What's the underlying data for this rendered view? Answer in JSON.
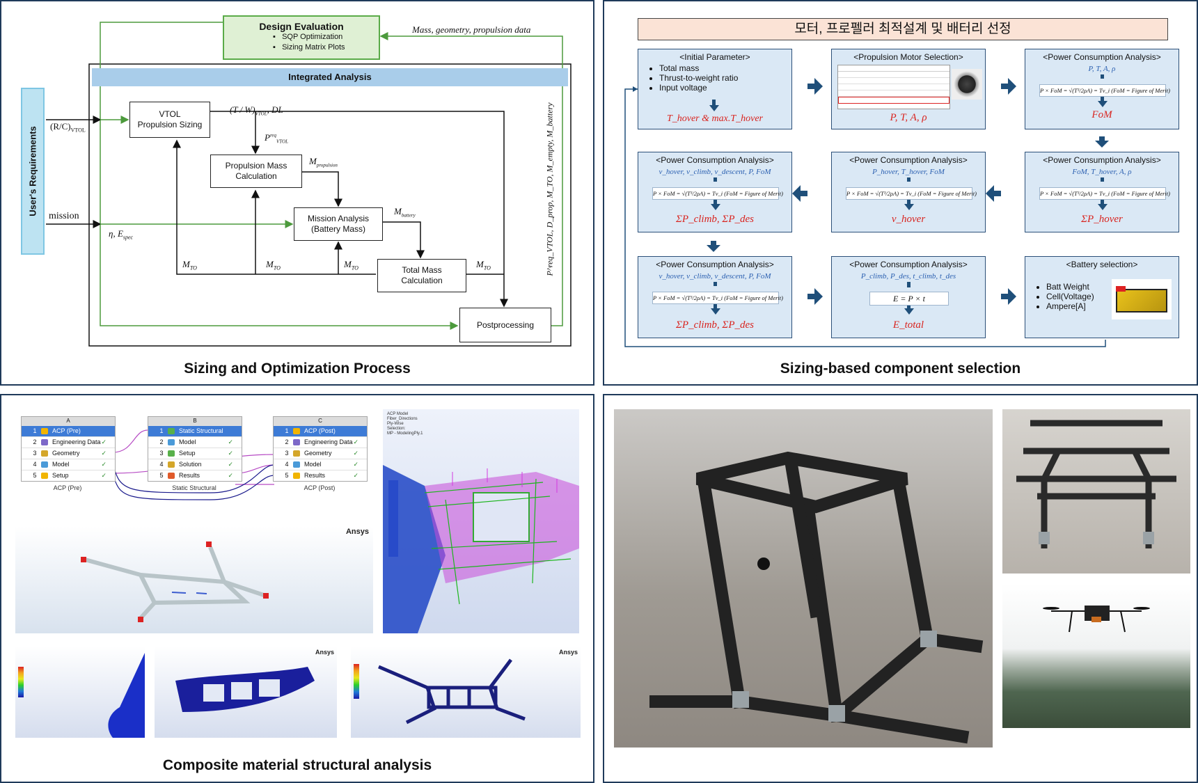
{
  "panel1": {
    "caption": "Sizing and Optimization Process",
    "design_eval": {
      "title": "Design Evaluation",
      "items": [
        "SQP Optimization",
        "Sizing Matrix Plots"
      ]
    },
    "feedback_label": "Mass, geometry, propulsion data",
    "integrated_title": "Integrated Analysis",
    "user_req": "User's Requirements",
    "rc_label": "(R/C)",
    "rc_sub": "VTOL",
    "mission_label": "mission",
    "eta_label": "η, E",
    "eta_sub": "spec",
    "vtol_box": [
      "VTOL",
      "Propulsion Sizing"
    ],
    "tw_label": "(T / W)",
    "tw_sub": "VTOL",
    "dl_label": ", DL",
    "preq_label": "P",
    "preq_sup": "req",
    "preq_sub": "VTOL",
    "prop_mass_box": [
      "Propulsion Mass",
      "Calculation"
    ],
    "mprop_label": "M",
    "mprop_sub": "propulsion",
    "mission_box": [
      "Mission Analysis",
      "(Battery Mass)"
    ],
    "mbat_label": "M",
    "mbat_sub": "battery",
    "total_box": [
      "Total Mass",
      "Calculation"
    ],
    "mto_label": "M",
    "mto_sub": "TO",
    "post_box": "Postprocessing",
    "vertical_label": "P^req_VTOL, D_prop, M_TO, M_empty, M_battery"
  },
  "panel2": {
    "caption": "Sizing-based component selection",
    "header": "모터, 프로펠러 최적설계 및 배터리 선정",
    "initial": {
      "title": "<Initial Parameter>",
      "items": [
        "Total mass",
        "Thrust-to-weight ratio",
        "Input voltage"
      ],
      "result": "T_hover & max.T_hover"
    },
    "motor": {
      "title": "<Propulsion Motor Selection>",
      "result": "P, T, A, ρ"
    },
    "pca1": {
      "title": "<Power Consumption Analysis>",
      "top": "P, T, A, ρ",
      "formula": "P × FoM = √(T³/2ρA) = Tv_i (FoM = Figure of Merit)",
      "result": "FoM"
    },
    "pca2": {
      "title": "<Power Consumption Analysis>",
      "top": "FoM, T_hover, A, ρ",
      "formula": "P × FoM = √(T³/2ρA) = Tv_i (FoM = Figure of Merit)",
      "result": "ΣP_hover"
    },
    "pca3": {
      "title": "<Power Consumption Analysis>",
      "top": "P_hover, T_hover, FoM",
      "formula": "P × FoM = √(T³/2ρA) = Tv_i (FoM = Figure of Merit)",
      "result": "v_hover"
    },
    "pca4": {
      "title": "<Power Consumption Analysis>",
      "top": "v_hover, v_climb, v_descent, P, FoM",
      "formula": "P × FoM = √(T³/2ρA) = Tv_i (FoM = Figure of Merit)",
      "result": "ΣP_climb, ΣP_des"
    },
    "pca5": {
      "title": "<Power Consumption Analysis>",
      "top": "v_hover, v_climb, v_descent, P, FoM",
      "formula": "P × FoM = √(T³/2ρA) = Tv_i (FoM = Figure of Merit)",
      "result": "ΣP_climb, ΣP_des"
    },
    "pca6": {
      "title": "<Power Consumption Analysis>",
      "top": "P_climb, P_des, t_climb, t_des",
      "formula": "E = P × t",
      "result": "E_total"
    },
    "battery": {
      "title": "<Battery selection>",
      "items": [
        "Batt Weight",
        "Cell(Voltage)",
        "Ampere[A]"
      ]
    }
  },
  "panel3": {
    "caption": "Composite material structural analysis",
    "systems": [
      {
        "letter": "A",
        "caption": "ACP (Pre)",
        "rows": [
          "ACP (Pre)",
          "Engineering Data",
          "Geometry",
          "Model",
          "Setup"
        ]
      },
      {
        "letter": "B",
        "caption": "Static Structural",
        "rows": [
          "Static Structural",
          "Model",
          "Setup",
          "Solution",
          "Results"
        ]
      },
      {
        "letter": "C",
        "caption": "ACP (Post)",
        "rows": [
          "ACP (Post)",
          "Engineering Data",
          "Geometry",
          "Model",
          "Results"
        ]
      }
    ],
    "ansys_label": "Ansys",
    "acp_model_text": [
      "ACP Model",
      "Fiber_Directions",
      "Ply-Wise",
      "Selection:",
      "MP - ModelingPly.1"
    ]
  },
  "colors": {
    "border": "#1f3a5a",
    "green": "#5aab48",
    "blue_box": "#dae8f5",
    "red": "#d9231e",
    "header_bg": "#fbe3d6"
  }
}
